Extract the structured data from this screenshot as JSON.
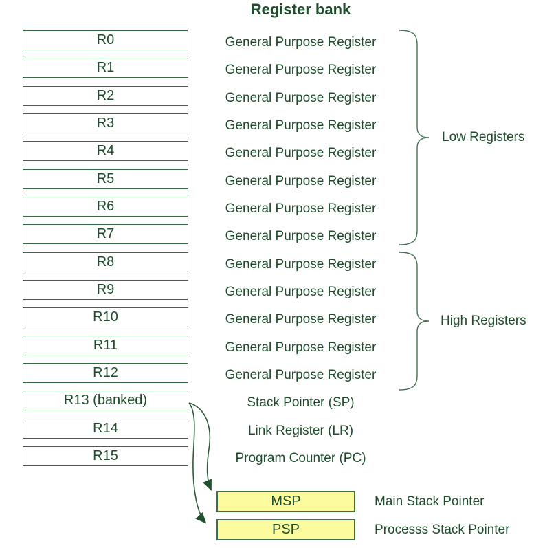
{
  "title": "Register bank",
  "colors": {
    "text_green": "#1F4E2C",
    "box_border": "#35693F",
    "brace_stroke": "#456E52",
    "arrow_stroke": "#2E5B3C",
    "arrow_fill": "#1F4E2C",
    "yellow_fill": "#FBFB9E",
    "yellow_border": "#3E7046"
  },
  "registers": [
    {
      "name": "R0",
      "desc": "General Purpose Register"
    },
    {
      "name": "R1",
      "desc": "General Purpose Register"
    },
    {
      "name": "R2",
      "desc": "General Purpose Register"
    },
    {
      "name": "R3",
      "desc": "General Purpose Register"
    },
    {
      "name": "R4",
      "desc": "General Purpose Register"
    },
    {
      "name": "R5",
      "desc": "General Purpose Register"
    },
    {
      "name": "R6",
      "desc": "General Purpose Register"
    },
    {
      "name": "R7",
      "desc": "General Purpose Register"
    },
    {
      "name": "R8",
      "desc": "General Purpose Register"
    },
    {
      "name": "R9",
      "desc": "General Purpose Register"
    },
    {
      "name": "R10",
      "desc": "General Purpose Register"
    },
    {
      "name": "R11",
      "desc": "General Purpose Register"
    },
    {
      "name": "R12",
      "desc": "General Purpose Register"
    },
    {
      "name": "R13 (banked)",
      "desc": "Stack Pointer (SP)"
    },
    {
      "name": "R14",
      "desc": "Link Register (LR)"
    },
    {
      "name": "R15",
      "desc": "Program Counter (PC)"
    }
  ],
  "groups": [
    {
      "label": "Low Registers"
    },
    {
      "label": "High Registers"
    }
  ],
  "banked_pointers": [
    {
      "name": "MSP",
      "desc": "Main Stack Pointer"
    },
    {
      "name": "PSP",
      "desc": "Processs Stack Pointer"
    }
  ]
}
